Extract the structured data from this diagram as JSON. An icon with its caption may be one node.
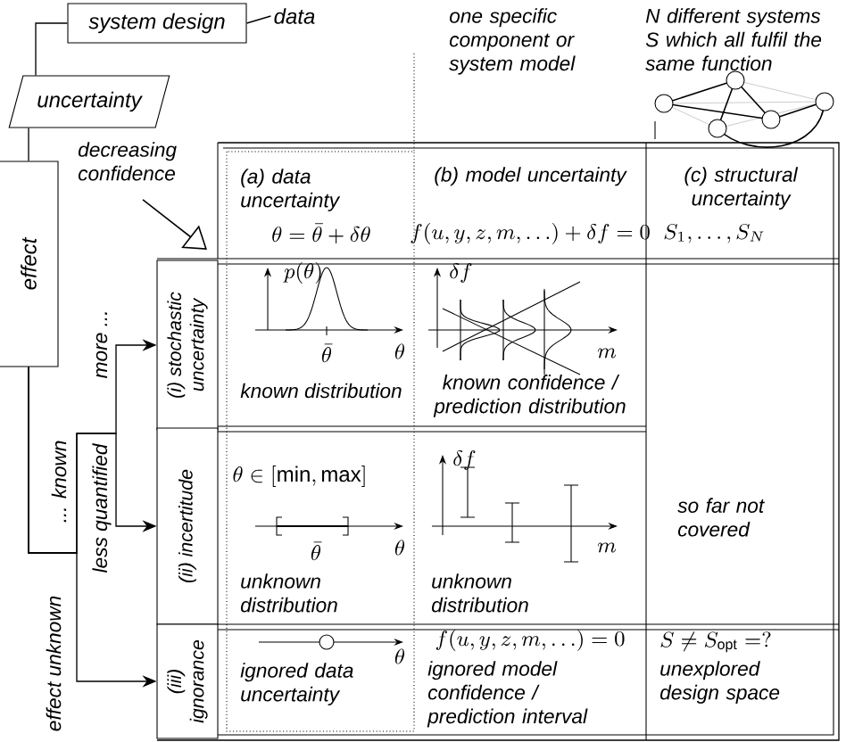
{
  "diagram": {
    "nodes": [
      {
        "text": [
          "system design"
        ]
      },
      {
        "text": [
          "data"
        ]
      },
      {
        "text": [
          "uncertainty"
        ]
      },
      {
        "text": [
          "effect"
        ]
      },
      {
        "text": [
          "(i) stochastic uncertainty"
        ]
      },
      {
        "text": [
          "(ii) incertitude"
        ]
      },
      {
        "text": [
          "(iii) ignorance"
        ]
      }
    ],
    "edges": [
      {
        "from": 0,
        "to": 1,
        "arrow": "none"
      },
      {
        "from": 0,
        "to": 2,
        "arrow": "none"
      },
      {
        "from": 2,
        "to": 3,
        "arrow": "none"
      },
      {
        "from": 3,
        "to": 4,
        "arrow": "to",
        "label": "more ..."
      },
      {
        "from": 3,
        "to": 5,
        "arrow": "to",
        "label": "less quantified"
      },
      {
        "from": 3,
        "to": 6,
        "arrow": "to",
        "label": "effect unknown"
      }
    ],
    "labels": [
      "one specific component or system model",
      "N different systems S which all fulfil the same function",
      "decreasing confidence",
      "... known",
      "(a) data uncertainty",
      "\\theta = \\bar{\\theta} + \\delta\\theta",
      "(b) model uncertainty",
      "f(u,y,z,m,\\ldots) + \\delta f = 0",
      "(c) structural uncertainty",
      "S_1,\\ldots,S_N",
      "p(\\theta)",
      "\\bar{\\theta}",
      "\\theta",
      "known distribution",
      "\\delta f",
      "m",
      "known confidence / prediction distribution",
      "so far not covered",
      "\\theta \\in [\\min,\\max]",
      "\\bar{\\theta}",
      "\\theta",
      "unknown distribution",
      "\\delta f",
      "m",
      "unknown distribution",
      "\\theta",
      "ignored data uncertainty",
      "f(u,y,z,m,\\ldots) = 0",
      "ignored model confidence / prediction interval",
      "S \\neq S_{\\mathrm{opt}} = ?",
      "unexplored design space"
    ]
  }
}
